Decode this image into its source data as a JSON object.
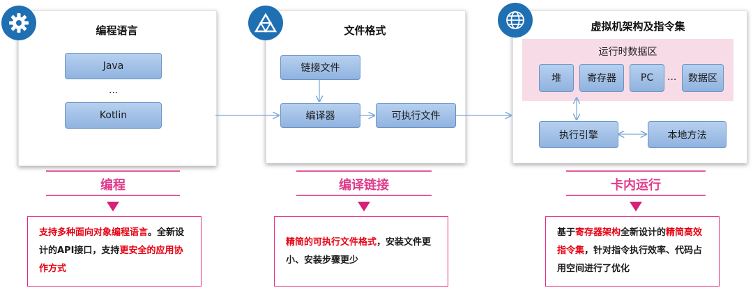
{
  "panels": [
    {
      "title": "编程语言",
      "icon": "gear-icon"
    },
    {
      "title": "文件格式",
      "icon": "triangle-logo-icon"
    },
    {
      "title": "虚拟机架构及指令集",
      "icon": "globe-icon"
    }
  ],
  "lang": {
    "java": "Java",
    "dots": "...",
    "kotlin": "Kotlin"
  },
  "format": {
    "link_file": "链接文件",
    "compiler": "编译器",
    "executable": "可执行文件"
  },
  "vm": {
    "runtime_area": "运行时数据区",
    "heap": "堆",
    "registers": "寄存器",
    "pc": "PC",
    "dots": "...",
    "data_area": "数据区",
    "engine": "执行引擎",
    "native": "本地方法"
  },
  "captions": [
    "编程",
    "编译链接",
    "卡内运行"
  ],
  "desc1": {
    "a": "支持多种面向对象编程语言",
    "b": "。全新设计的API接口，支持",
    "c": "更安全的应用协作方式"
  },
  "desc2": {
    "a": "精简的可执行文件格式",
    "b": "，安装文件更小、安装步骤更少"
  },
  "desc3": {
    "a": "基于",
    "b": "寄存器架构",
    "c": "全新设计的",
    "d": "精简高效指令集",
    "e": "，针对指令执行效率、代码占用空间进行了优化"
  }
}
